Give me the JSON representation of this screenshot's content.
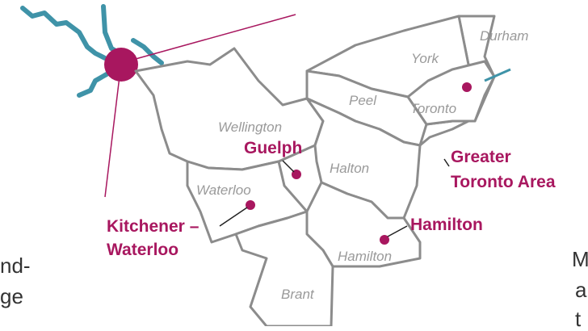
{
  "colors": {
    "boundary": "#8c8c8c",
    "accent": "#a8175f",
    "water": "#3f93a8",
    "region_text": "#9a9a9a",
    "body_text": "#333333"
  },
  "regions": {
    "durham": "Durham",
    "york": "York",
    "peel": "Peel",
    "toronto": "Toronto",
    "wellington": "Wellington",
    "halton": "Halton",
    "waterloo": "Waterloo",
    "hamilton": "Hamilton",
    "brant": "Brant"
  },
  "cities": {
    "guelph": "Guelph",
    "kitchener_waterloo_line1": "Kitchener –",
    "kitchener_waterloo_line2": "Waterloo",
    "hamilton": "Hamilton",
    "gta_line1": "Greater",
    "gta_line2": "Toronto Area"
  },
  "cutoff_text": {
    "left_line1": "nd-",
    "left_line2": "ge",
    "right_line1": "M",
    "right_line2": "a",
    "right_line3": "t"
  }
}
